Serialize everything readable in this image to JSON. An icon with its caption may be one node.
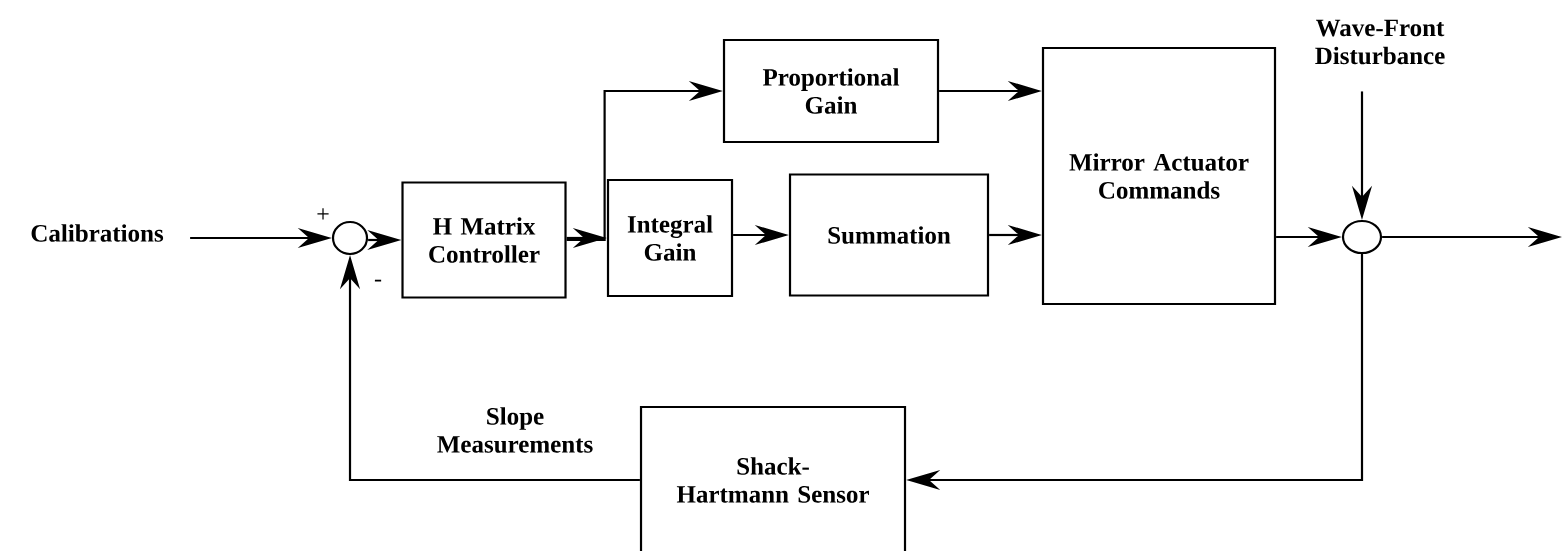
{
  "diagram": {
    "nodes": [
      {
        "text": [
          "Calibrations"
        ]
      },
      {
        "text": [],
        "shape": "circle",
        "beside": [
          "+",
          "-"
        ]
      },
      {
        "text": [
          "H Matrix Controller"
        ]
      },
      {
        "text": [
          "Proportional Gain"
        ]
      },
      {
        "text": [
          "Integral Gain"
        ]
      },
      {
        "text": [
          "Summation"
        ]
      },
      {
        "text": [
          "Mirror Actuator Commands"
        ]
      },
      {
        "text": [
          "Wave-Front Disturbance"
        ]
      },
      {
        "text": [],
        "shape": "circle"
      },
      {
        "text": [
          "Shack- Hartmann Sensor"
        ]
      }
    ],
    "edges": [
      {
        "from": 0,
        "to": 1,
        "arrow": "to"
      },
      {
        "from": 1,
        "to": 2,
        "arrow": "to"
      },
      {
        "from": 2,
        "to": 3,
        "arrow": "to"
      },
      {
        "from": 2,
        "to": 4,
        "arrow": "to"
      },
      {
        "from": 4,
        "to": 5,
        "arrow": "to"
      },
      {
        "from": 3,
        "to": 6,
        "arrow": "to"
      },
      {
        "from": 5,
        "to": 6,
        "arrow": "to"
      },
      {
        "from": 7,
        "to": 8,
        "arrow": "to"
      },
      {
        "from": 6,
        "to": 8,
        "arrow": "to"
      },
      {
        "from": 8,
        "to": null,
        "arrow": "to"
      },
      {
        "from": 8,
        "to": 9,
        "arrow": "to"
      },
      {
        "from": 9,
        "to": 1,
        "arrow": "to",
        "label": "Slope Measurements"
      }
    ]
  }
}
